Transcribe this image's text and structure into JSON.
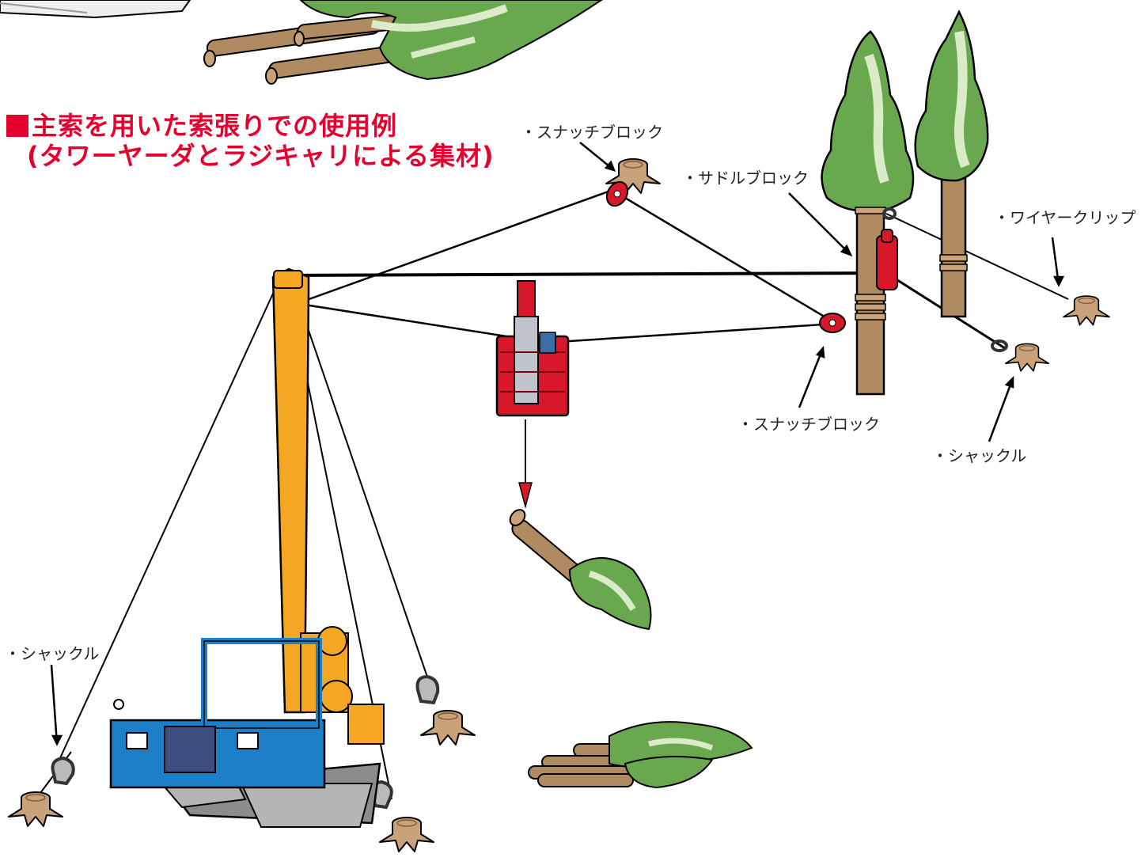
{
  "heading": {
    "line1": "主索を用いた索張りでの使用例",
    "line2": "(タワーヤーダとラジキャリによる集材)"
  },
  "labels": {
    "snatch_block_top": "・スナッチブロック",
    "saddle_block": "・サドルブロック",
    "wire_clip": "・ワイヤークリップ",
    "snatch_block_right": "・スナッチブロック",
    "shackle_right": "・シャックル",
    "shackle_left": "・シャックル"
  },
  "colors": {
    "heading": "#e6002d",
    "tree_green": "#6aa84f",
    "tree_light": "#d9ecc7",
    "trunk": "#b08b62",
    "tower_orange": "#f5a623",
    "cab_blue": "#1d7fc7",
    "carriage_red": "#d7182a",
    "track_gray": "#8c8c8c"
  }
}
